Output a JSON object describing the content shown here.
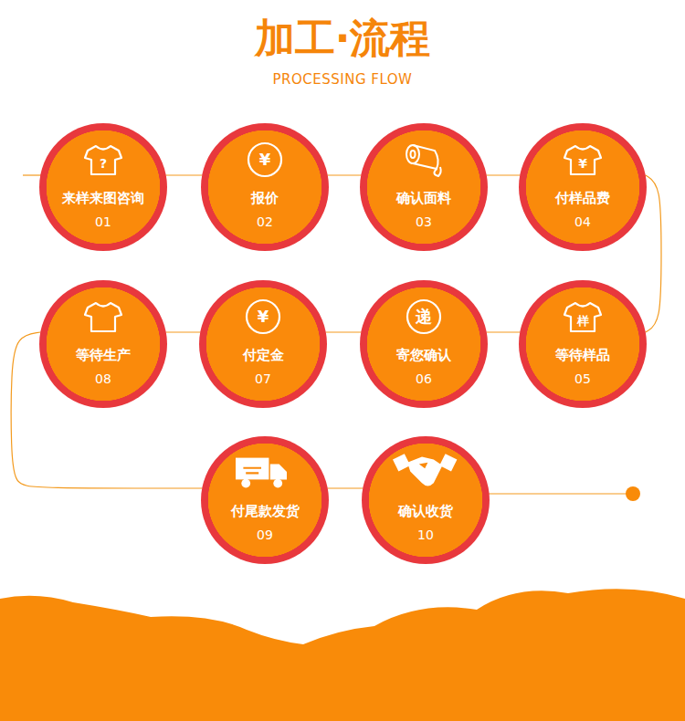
{
  "diagram": {
    "title": "加工·流程",
    "nodes": [
      {
        "text": [
          "?",
          "来样来图咨询",
          "01"
        ]
      },
      {
        "text": [
          "¥",
          "报价",
          "02"
        ]
      },
      {
        "text": [
          "确认面料",
          "03"
        ]
      },
      {
        "text": [
          "¥",
          "付样品费",
          "04"
        ]
      },
      {
        "text": [
          "样",
          "等待样品",
          "05"
        ]
      },
      {
        "text": [
          "递",
          "寄您确认",
          "06"
        ]
      },
      {
        "text": [
          "¥",
          "付定金",
          "07"
        ]
      },
      {
        "text": [
          "等待生产",
          "08"
        ]
      },
      {
        "text": [
          "付尾款发货",
          "09"
        ]
      },
      {
        "text": [
          "确认收货",
          "10"
        ]
      }
    ],
    "edges": [
      {
        "from": 0,
        "to": 1,
        "arrow": "none"
      },
      {
        "from": 1,
        "to": 2,
        "arrow": "none"
      },
      {
        "from": 2,
        "to": 3,
        "arrow": "none"
      },
      {
        "from": 3,
        "to": 4,
        "arrow": "none"
      },
      {
        "from": 4,
        "to": 5,
        "arrow": "none"
      },
      {
        "from": 5,
        "to": 6,
        "arrow": "none"
      },
      {
        "from": 6,
        "to": 7,
        "arrow": "none"
      },
      {
        "from": 7,
        "to": 8,
        "arrow": "none"
      },
      {
        "from": 8,
        "to": 9,
        "arrow": "none"
      }
    ],
    "labels": [
      "PROCESSING FLOW"
    ]
  }
}
